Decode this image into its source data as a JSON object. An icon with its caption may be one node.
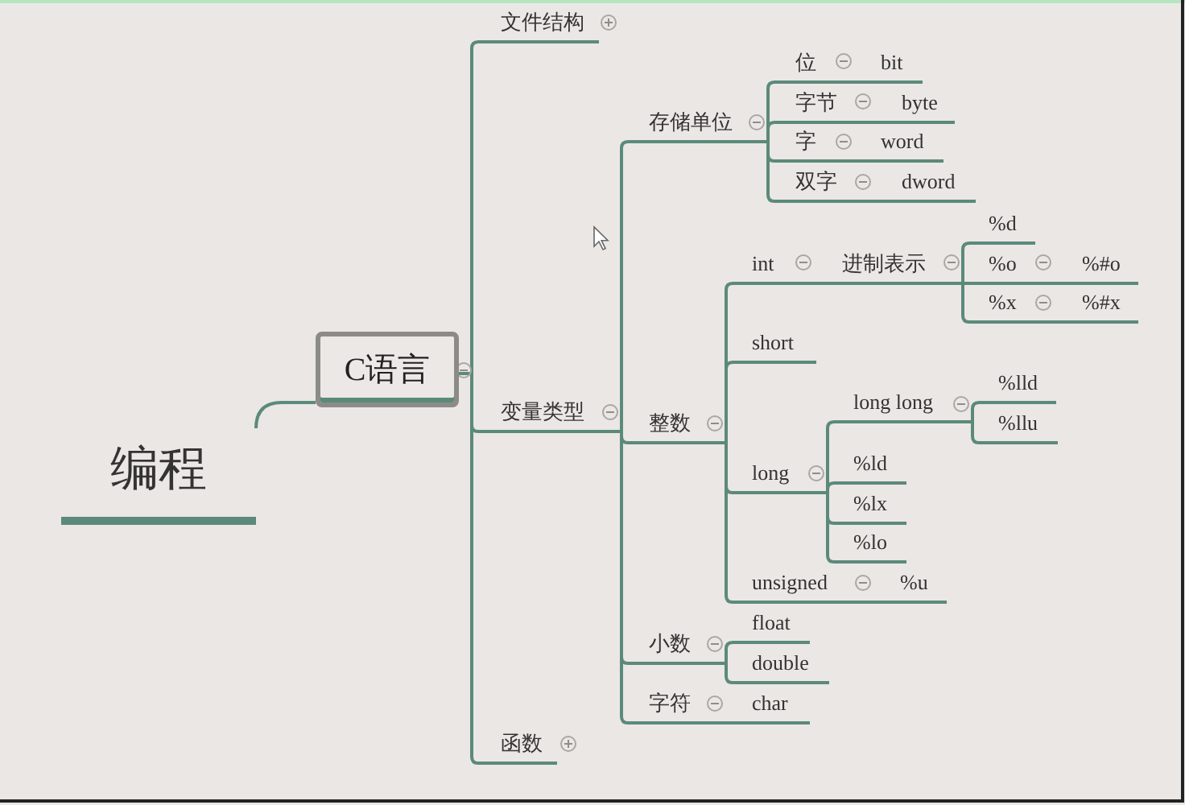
{
  "diagram": {
    "nodes": [
      {
        "text": [
          "编程"
        ]
      },
      {
        "text": [
          "C语言"
        ]
      },
      {
        "text": [
          "文件结构"
        ]
      },
      {
        "text": [
          "变量类型"
        ]
      },
      {
        "text": [
          "函数"
        ]
      },
      {
        "text": [
          "存储单位"
        ]
      },
      {
        "text": [
          "位"
        ]
      },
      {
        "text": [
          "bit"
        ]
      },
      {
        "text": [
          "字节"
        ]
      },
      {
        "text": [
          "byte"
        ]
      },
      {
        "text": [
          "字"
        ]
      },
      {
        "text": [
          "word"
        ]
      },
      {
        "text": [
          "双字"
        ]
      },
      {
        "text": [
          "dword"
        ]
      },
      {
        "text": [
          "整数"
        ]
      },
      {
        "text": [
          "int"
        ]
      },
      {
        "text": [
          "进制表示"
        ]
      },
      {
        "text": [
          "%d"
        ]
      },
      {
        "text": [
          "%o"
        ]
      },
      {
        "text": [
          "%#o"
        ]
      },
      {
        "text": [
          "%x"
        ]
      },
      {
        "text": [
          "%#x"
        ]
      },
      {
        "text": [
          "short"
        ]
      },
      {
        "text": [
          "long"
        ]
      },
      {
        "text": [
          "long long"
        ]
      },
      {
        "text": [
          "%lld"
        ]
      },
      {
        "text": [
          "%llu"
        ]
      },
      {
        "text": [
          "%ld"
        ]
      },
      {
        "text": [
          "%lx"
        ]
      },
      {
        "text": [
          "%lo"
        ]
      },
      {
        "text": [
          "unsigned"
        ]
      },
      {
        "text": [
          "%u"
        ]
      },
      {
        "text": [
          "小数"
        ]
      },
      {
        "text": [
          "float"
        ]
      },
      {
        "text": [
          "double"
        ]
      },
      {
        "text": [
          "字符"
        ]
      },
      {
        "text": [
          "char"
        ]
      }
    ],
    "edges": [
      {
        "from": 0,
        "to": 1,
        "arrow": "none"
      },
      {
        "from": 1,
        "to": 2,
        "arrow": "none"
      },
      {
        "from": 1,
        "to": 3,
        "arrow": "none"
      },
      {
        "from": 1,
        "to": 4,
        "arrow": "none"
      },
      {
        "from": 3,
        "to": 5,
        "arrow": "none"
      },
      {
        "from": 3,
        "to": 14,
        "arrow": "none"
      },
      {
        "from": 3,
        "to": 32,
        "arrow": "none"
      },
      {
        "from": 3,
        "to": 35,
        "arrow": "none"
      },
      {
        "from": 5,
        "to": 6,
        "arrow": "none"
      },
      {
        "from": 5,
        "to": 8,
        "arrow": "none"
      },
      {
        "from": 5,
        "to": 10,
        "arrow": "none"
      },
      {
        "from": 5,
        "to": 12,
        "arrow": "none"
      },
      {
        "from": 6,
        "to": 7,
        "arrow": "none"
      },
      {
        "from": 8,
        "to": 9,
        "arrow": "none"
      },
      {
        "from": 10,
        "to": 11,
        "arrow": "none"
      },
      {
        "from": 12,
        "to": 13,
        "arrow": "none"
      },
      {
        "from": 14,
        "to": 15,
        "arrow": "none"
      },
      {
        "from": 14,
        "to": 22,
        "arrow": "none"
      },
      {
        "from": 14,
        "to": 23,
        "arrow": "none"
      },
      {
        "from": 14,
        "to": 30,
        "arrow": "none"
      },
      {
        "from": 15,
        "to": 16,
        "arrow": "none"
      },
      {
        "from": 16,
        "to": 17,
        "arrow": "none"
      },
      {
        "from": 16,
        "to": 18,
        "arrow": "none"
      },
      {
        "from": 16,
        "to": 20,
        "arrow": "none"
      },
      {
        "from": 18,
        "to": 19,
        "arrow": "none"
      },
      {
        "from": 20,
        "to": 21,
        "arrow": "none"
      },
      {
        "from": 23,
        "to": 24,
        "arrow": "none"
      },
      {
        "from": 23,
        "to": 27,
        "arrow": "none"
      },
      {
        "from": 23,
        "to": 28,
        "arrow": "none"
      },
      {
        "from": 23,
        "to": 29,
        "arrow": "none"
      },
      {
        "from": 24,
        "to": 25,
        "arrow": "none"
      },
      {
        "from": 24,
        "to": 26,
        "arrow": "none"
      },
      {
        "from": 30,
        "to": 31,
        "arrow": "none"
      },
      {
        "from": 32,
        "to": 33,
        "arrow": "none"
      },
      {
        "from": 32,
        "to": 34,
        "arrow": "none"
      },
      {
        "from": 35,
        "to": 36,
        "arrow": "none"
      }
    ]
  }
}
